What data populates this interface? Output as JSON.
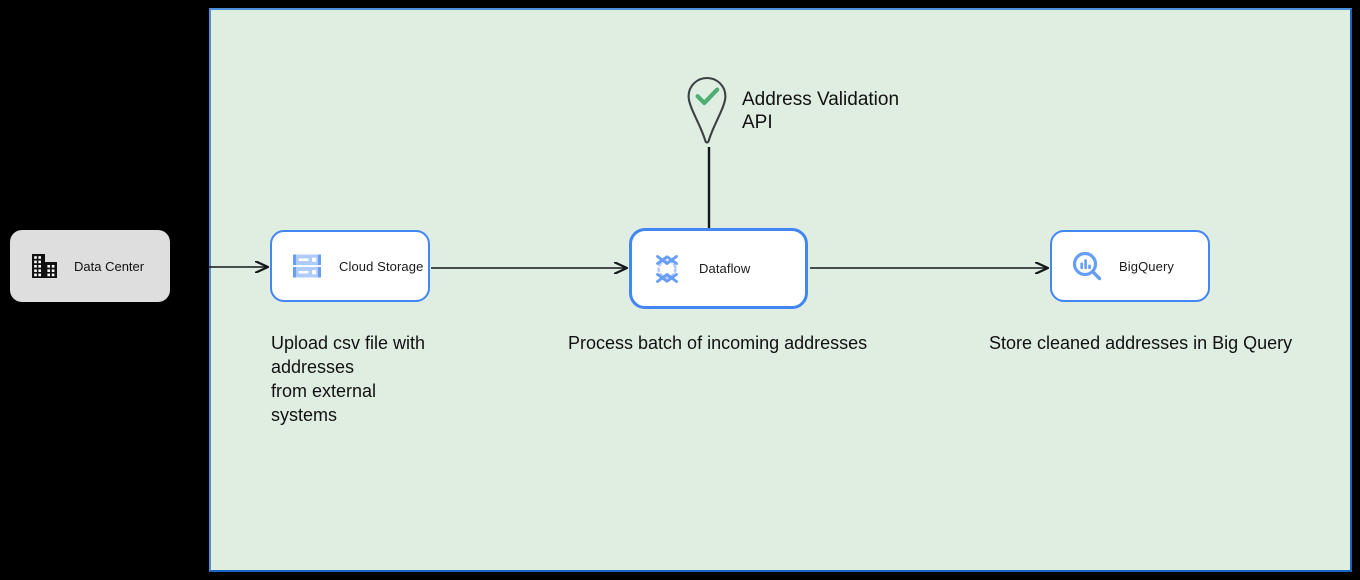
{
  "canvas": {
    "background_color": "#000000"
  },
  "cloud_container": {
    "name": "google-cloud-region",
    "fill_color": "#e0eee1",
    "border_color": "#4d90d9"
  },
  "nodes": [
    {
      "id": "data-center",
      "label": "Data Center",
      "icon": "data-center-building-icon",
      "fill_color": "#dedede",
      "text_color": "#111111",
      "selected": false
    },
    {
      "id": "cloud-storage",
      "label": "Cloud Storage",
      "icon": "cloud-storage-icon",
      "fill_color": "#ffffff",
      "border_color": "#4285f4",
      "selected": false
    },
    {
      "id": "dataflow",
      "label": "Dataflow",
      "icon": "dataflow-icon",
      "fill_color": "#ffffff",
      "border_color": "#4285f4",
      "selected": true
    },
    {
      "id": "bigquery",
      "label": "BigQuery",
      "icon": "bigquery-icon",
      "fill_color": "#ffffff",
      "border_color": "#4285f4",
      "selected": false
    }
  ],
  "external_api": {
    "label": "Address Validation\nAPI",
    "icon": "map-pin-check-icon",
    "check_color": "#4caf72",
    "pin_stroke_color": "#3c4043"
  },
  "captions": {
    "storage": "Upload csv file with\naddresses\nfrom external\nsystems",
    "dataflow": "Process batch of incoming addresses",
    "bigquery": "Store cleaned addresses in Big Query"
  },
  "edges": [
    {
      "id": "edge-datacenter-to-storage",
      "from": "data-center",
      "to": "cloud-storage",
      "arrow": "right"
    },
    {
      "id": "edge-storage-to-dataflow",
      "from": "cloud-storage",
      "to": "dataflow",
      "arrow": "right"
    },
    {
      "id": "edge-dataflow-to-bigquery",
      "from": "dataflow",
      "to": "bigquery",
      "arrow": "right"
    },
    {
      "id": "edge-api-to-dataflow",
      "from": "address-validation-api",
      "to": "dataflow",
      "arrow": "none"
    }
  ]
}
